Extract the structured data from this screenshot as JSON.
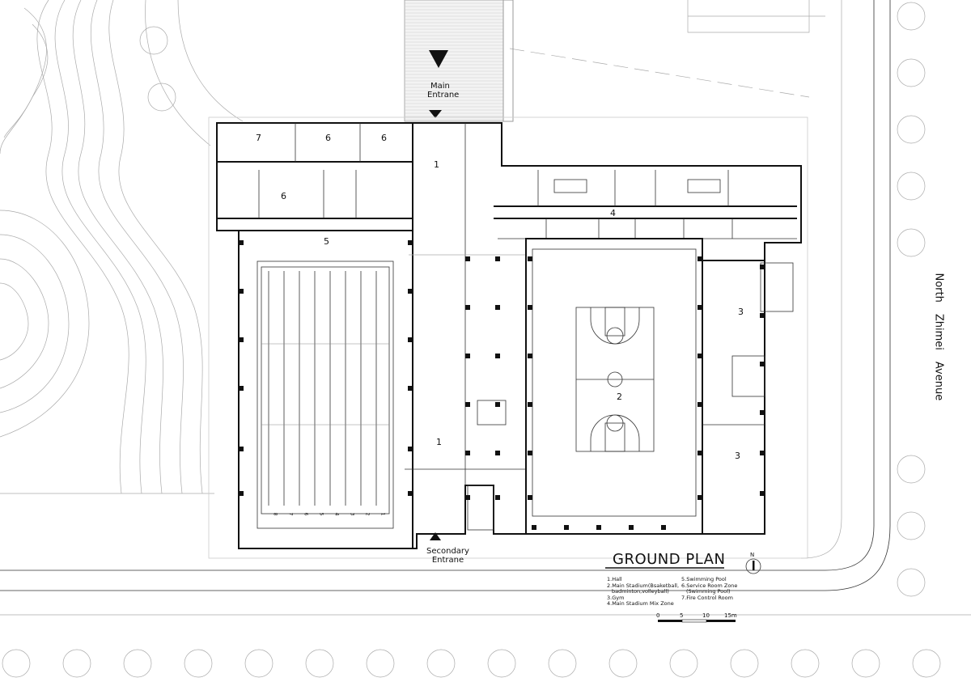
{
  "title": "GROUND PLAN",
  "entrances": {
    "main": [
      "Main",
      "Entrane"
    ],
    "secondary": [
      "Secondary",
      "Entrane"
    ]
  },
  "street": [
    "North",
    "Zhimei",
    "Avenue"
  ],
  "room_labels": {
    "hall_north": "1",
    "hall_south": "1",
    "stadium": "2",
    "gym_north": "3",
    "gym_south": "3",
    "mix_zone": "4",
    "pool": "5",
    "service_a": "6",
    "service_b": "6",
    "service_c": "6",
    "fire_control": "7"
  },
  "pool_lanes": [
    "8",
    "7",
    "6",
    "5",
    "4",
    "3",
    "2",
    "1"
  ],
  "legend": {
    "left": [
      "1.Hall",
      "2.Main Stadium(Bsaketball,",
      "badminton,volleyball)",
      "3.Gym",
      "4.Main Stadium Mix Zone"
    ],
    "right": [
      "5.Swimming Pool",
      "6.Service Room Zone",
      "(Swimming Pool)",
      "7.Fire Control Room"
    ]
  },
  "north_arrow": "N",
  "scale_bar": {
    "ticks": [
      "0",
      "5",
      "10",
      "15m"
    ]
  }
}
